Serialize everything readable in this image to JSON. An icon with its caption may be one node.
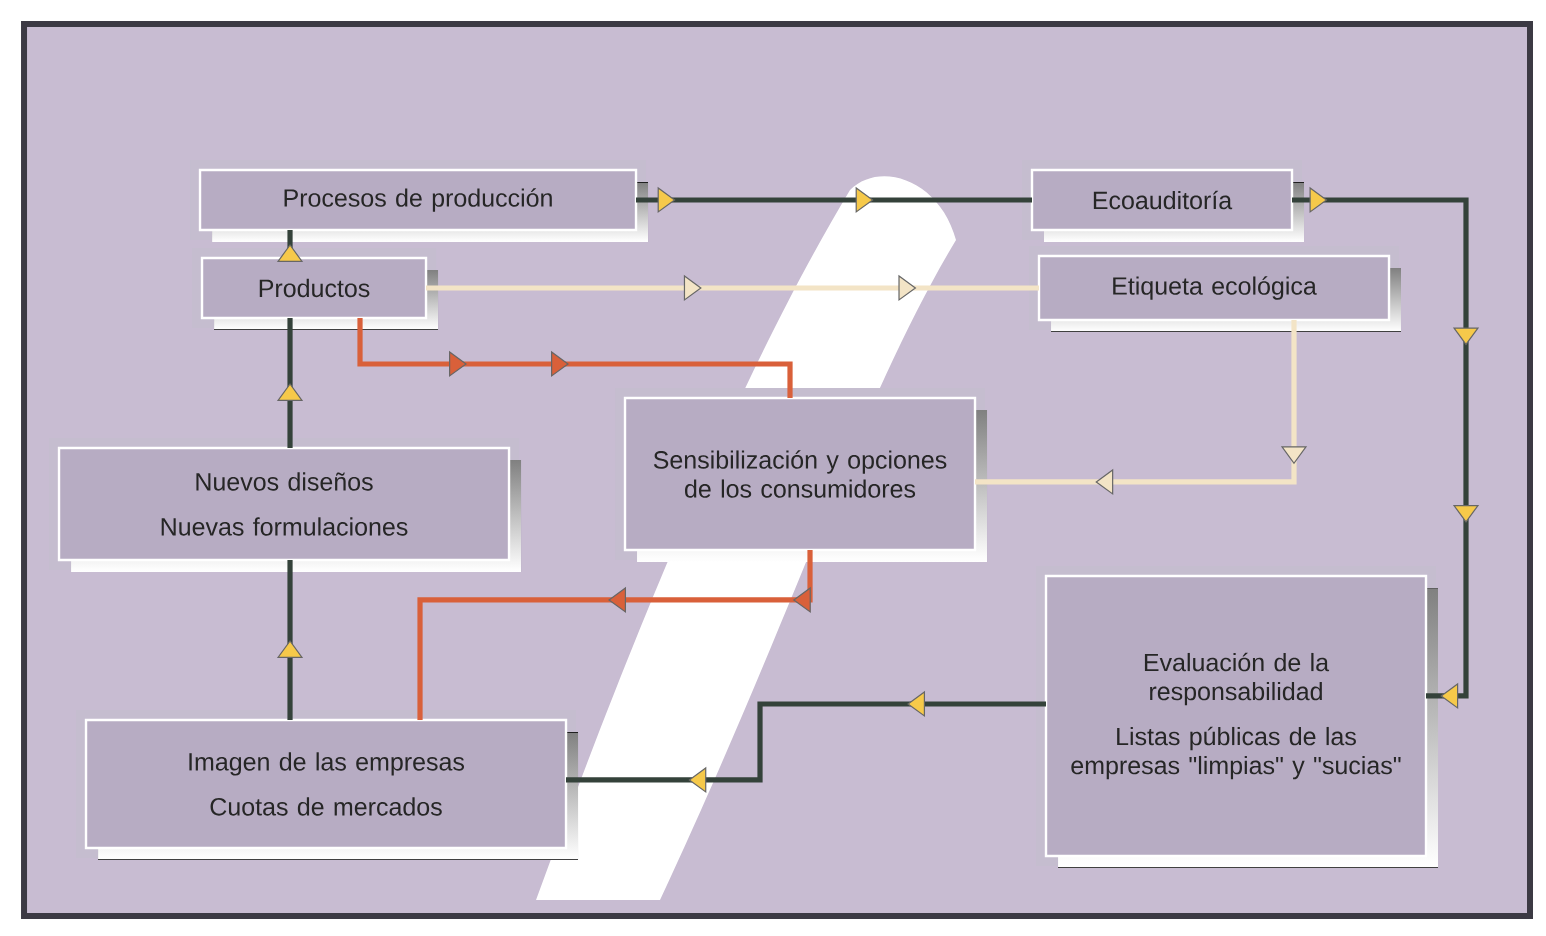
{
  "diagram": {
    "nodes": [
      {
        "text": [
          "Procesos de producción"
        ]
      },
      {
        "text": [
          "Ecoauditoría"
        ]
      },
      {
        "text": [
          "Productos"
        ]
      },
      {
        "text": [
          "Etiqueta ecológica"
        ]
      },
      {
        "text": [
          "Nuevos diseños",
          "Nuevas formulaciones"
        ]
      },
      {
        "text": [
          "Sensibilización y opciones de los consumidores"
        ]
      },
      {
        "text": [
          "Imagen de las empresas",
          "Cuotas de mercados"
        ]
      },
      {
        "text": [
          "Evaluación de la responsabilidad",
          "Listas públicas de las empresas \"limpias\" y \"sucias\""
        ]
      }
    ],
    "edges": [
      {
        "from": 0,
        "to": 1,
        "arrow": "to"
      },
      {
        "from": 1,
        "to": 7,
        "arrow": "to"
      },
      {
        "from": 2,
        "to": 0,
        "arrow": "to"
      },
      {
        "from": 4,
        "to": 2,
        "arrow": "to"
      },
      {
        "from": 6,
        "to": 4,
        "arrow": "to"
      },
      {
        "from": 2,
        "to": 3,
        "arrow": "to",
        "color": "#f3e4c6"
      },
      {
        "from": 3,
        "to": 5,
        "arrow": "to",
        "color": "#f3e4c6"
      },
      {
        "from": 2,
        "to": 5,
        "arrow": "to",
        "color": "#d9603a"
      },
      {
        "from": 5,
        "to": 6,
        "arrow": "to",
        "color": "#d9603a"
      },
      {
        "from": 7,
        "to": 6,
        "arrow": "to"
      }
    ]
  }
}
